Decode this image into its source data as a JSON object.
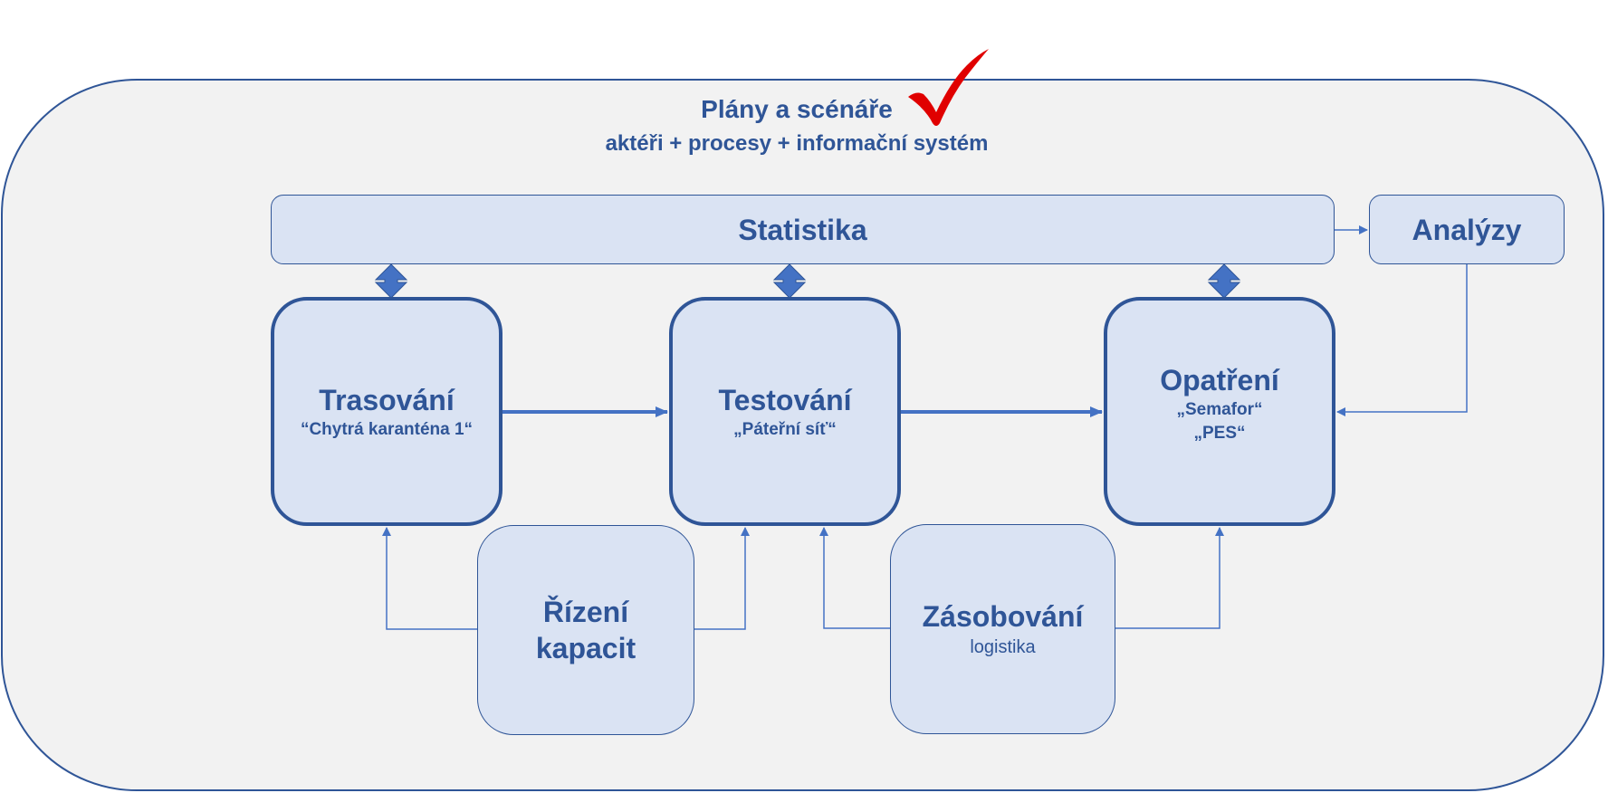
{
  "header": {
    "title": "Plány a scénáře",
    "subtitle": "aktéři + procesy + informační systém"
  },
  "nodes": {
    "statistika": {
      "name": "Statistika"
    },
    "analyzy": {
      "name": "Analýzy"
    },
    "trasovani": {
      "name": "Trasování",
      "sub": "“Chytrá karanténa 1“"
    },
    "testovani": {
      "name": "Testování",
      "sub": "„Páteřní síť“"
    },
    "opatreni": {
      "name": "Opatření",
      "sub1": "„Semafor“",
      "sub2": "„PES“"
    },
    "rizeni": {
      "name_line1": "Řízení",
      "name_line2": "kapacit"
    },
    "zasobovani": {
      "name": "Zásobování",
      "sub": "logistika"
    }
  },
  "colors": {
    "border": "#2f5597",
    "box_fill": "#dae3f3",
    "arrow": "#4472c4",
    "background": "#f2f2f2",
    "check": "#e00000"
  }
}
